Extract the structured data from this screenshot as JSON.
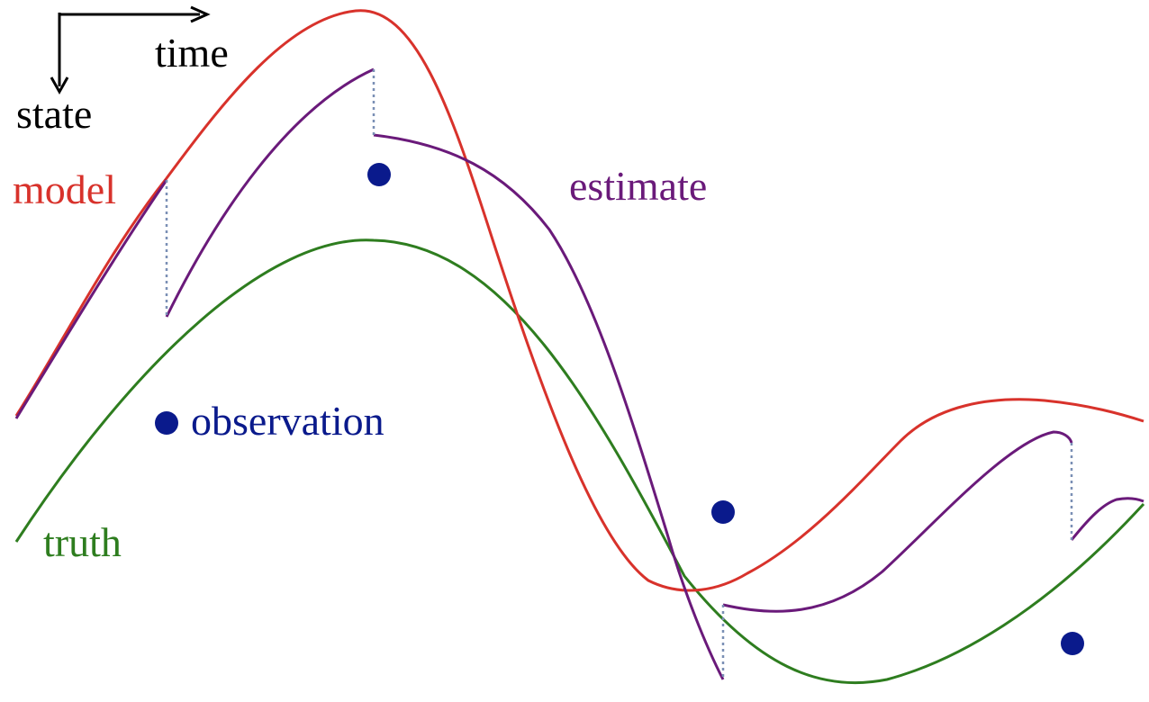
{
  "axes": {
    "x_label": "time",
    "y_label": "state"
  },
  "labels": {
    "model": "model",
    "estimate": "estimate",
    "observation": "observation",
    "truth": "truth"
  },
  "colors": {
    "model": "#d8322b",
    "estimate": "#6a1a7a",
    "truth": "#2e7d1f",
    "observation": "#0a1a8c",
    "connector": "#7a8fb5",
    "axis": "#000000"
  }
}
